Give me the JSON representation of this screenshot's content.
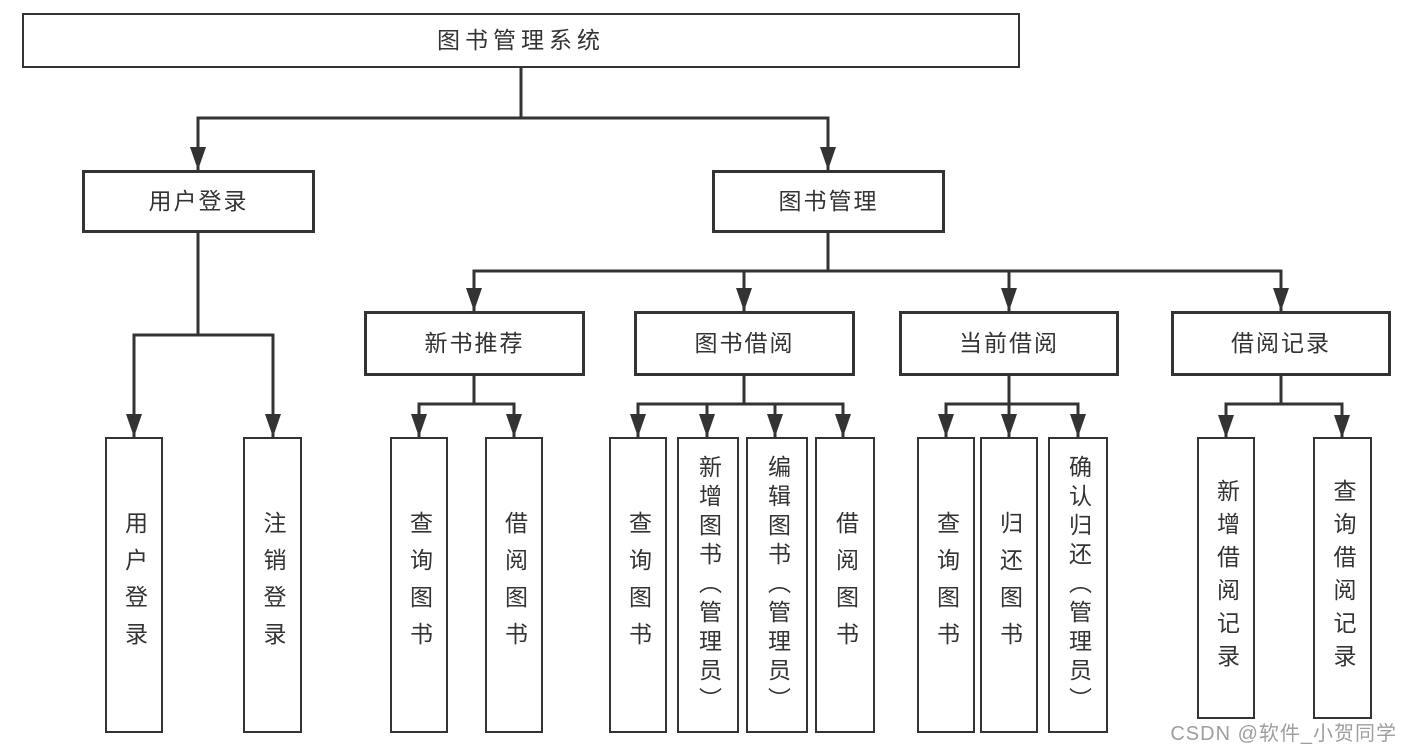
{
  "diagram_title": "图书管理系统",
  "tree": {
    "root": {
      "label": "图书管理系统"
    },
    "branches": [
      {
        "label": "用户登录",
        "children": [
          {
            "label": "用户登录"
          },
          {
            "label": "注销登录"
          }
        ]
      },
      {
        "label": "图书管理",
        "children": [
          {
            "label": "新书推荐",
            "children": [
              {
                "label": "查询图书"
              },
              {
                "label": "借阅图书"
              }
            ]
          },
          {
            "label": "图书借阅",
            "children": [
              {
                "label": "查询图书"
              },
              {
                "label": "新增图书（管理员）"
              },
              {
                "label": "编辑图书（管理员）"
              },
              {
                "label": "借阅图书"
              }
            ]
          },
          {
            "label": "当前借阅",
            "children": [
              {
                "label": "查询图书"
              },
              {
                "label": "归还图书"
              },
              {
                "label": "确认归还（管理员）"
              }
            ]
          },
          {
            "label": "借阅记录",
            "children": [
              {
                "label": "新增借阅记录"
              },
              {
                "label": "查询借阅记录"
              }
            ]
          }
        ]
      }
    ]
  },
  "watermark": {
    "text": "CSDN @软件_小贺同学"
  },
  "colors": {
    "line": "#333333",
    "text": "#333333",
    "box_fill": "#ffffff",
    "background": "#ffffff",
    "watermark": "#9e9e9e"
  }
}
